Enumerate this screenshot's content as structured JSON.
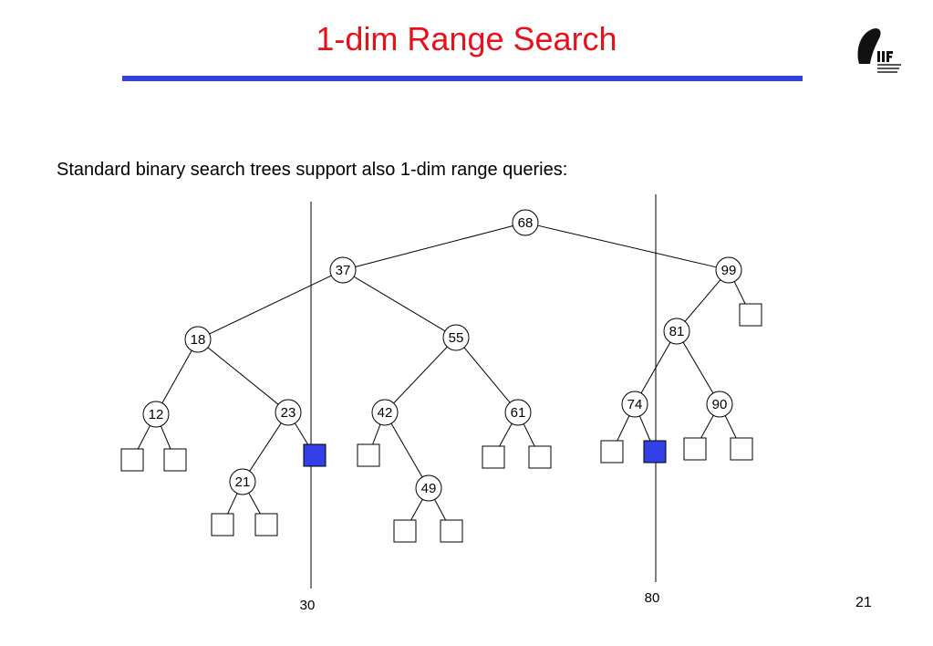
{
  "slide": {
    "title": "1-dim Range Search",
    "subtitle": "Standard binary search trees support also 1-dim range queries:",
    "page_number": "21",
    "accent_color": "#e8101a",
    "rule_color": "#3340e6",
    "highlight_color": "#3240e6"
  },
  "logo": {
    "icon": "iif-logo-icon",
    "text_lines": [
      "IIF",
      "INSTITUT FÜR",
      "INFORMATIK",
      "FREIBURG"
    ]
  },
  "tree": {
    "nodes": [
      {
        "id": "n68",
        "label": "68"
      },
      {
        "id": "n37",
        "label": "37"
      },
      {
        "id": "n99",
        "label": "99"
      },
      {
        "id": "n18",
        "label": "18"
      },
      {
        "id": "n55",
        "label": "55"
      },
      {
        "id": "n81",
        "label": "81"
      },
      {
        "id": "n12",
        "label": "12"
      },
      {
        "id": "n23",
        "label": "23"
      },
      {
        "id": "n42",
        "label": "42"
      },
      {
        "id": "n61",
        "label": "61"
      },
      {
        "id": "n74",
        "label": "74"
      },
      {
        "id": "n90",
        "label": "90"
      },
      {
        "id": "n21",
        "label": "21"
      },
      {
        "id": "n49",
        "label": "49"
      }
    ],
    "leaves": [
      {
        "id": "l12a",
        "highlighted": false
      },
      {
        "id": "l12b",
        "highlighted": false
      },
      {
        "id": "l23b",
        "highlighted": true
      },
      {
        "id": "l21a",
        "highlighted": false
      },
      {
        "id": "l21b",
        "highlighted": false
      },
      {
        "id": "l42a",
        "highlighted": false
      },
      {
        "id": "l49a",
        "highlighted": false
      },
      {
        "id": "l49b",
        "highlighted": false
      },
      {
        "id": "l61a",
        "highlighted": false
      },
      {
        "id": "l61b",
        "highlighted": false
      },
      {
        "id": "l74a",
        "highlighted": false
      },
      {
        "id": "l74b",
        "highlighted": true
      },
      {
        "id": "l90a",
        "highlighted": false
      },
      {
        "id": "l90b",
        "highlighted": false
      },
      {
        "id": "l99b",
        "highlighted": false
      }
    ],
    "query_bounds": [
      {
        "id": "q30",
        "label": "30"
      },
      {
        "id": "q80",
        "label": "80"
      }
    ]
  }
}
